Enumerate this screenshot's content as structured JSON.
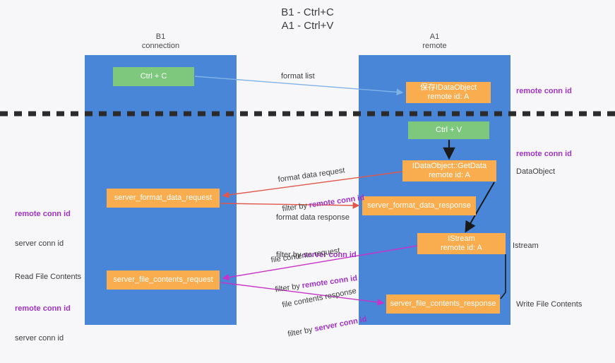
{
  "diagram": {
    "title": "B1 - Ctrl+C\nA1 - Ctrl+V",
    "lanes": [
      {
        "id": "b1",
        "heading": "B1\nconnection",
        "color": "#4a86d8"
      },
      {
        "id": "a1",
        "heading": "A1\nremote",
        "color": "#4a86d8"
      }
    ],
    "colors": {
      "lane": "#4a86d8",
      "green_node": "#7ec87e",
      "orange_node": "#f9ad4e",
      "purple_text": "#a033c8",
      "green_text": "#5fb55f",
      "blue_arrow": "#7fb2e5",
      "red_arrow": "#e2574c",
      "magenta_arrow": "#c832c8",
      "black_arrow": "#1a1a1a",
      "divider": "#2b2b2b",
      "background": "#f7f7f9"
    },
    "nodes": {
      "ctrl_c": "Ctrl + C",
      "save_idataobject": "保存IDataObject\nremote id: A",
      "ctrl_v": "Ctrl + V",
      "idataobject_getdata": "IDataObject::GetData\nremote id: A",
      "server_format_data_request": "server_format_data_request",
      "server_format_data_response": "server_format_data_response",
      "istream": "IStream\nremote id: A",
      "server_file_contents_request": "server_file_contents_request",
      "server_file_contents_response": "server_file_contents_response"
    },
    "edge_labels": {
      "format_list": "format list",
      "format_data_request": "format data request",
      "format_data_request_filter_prefix": "filter by ",
      "format_data_request_filter_key": "remote conn id",
      "format_data_response": "format data response",
      "format_data_response_filter_prefix": "filter by ",
      "format_data_response_filter_key": "server conn id",
      "file_contents_request": "file contents request",
      "file_contents_request_filter_prefix": "filter by ",
      "file_contents_request_filter_key": "remote conn id",
      "file_contents_response": "file contents response",
      "file_contents_response_filter_prefix": "filter by ",
      "file_contents_response_filter_key": "server conn id"
    },
    "annotations": {
      "right_remote_conn_id_top": "remote conn id",
      "right_remote_conn_id_mid": "remote conn id",
      "right_dataobject": "DataObject",
      "right_istream": "Istream",
      "right_write_file_contents": "Write File Contents",
      "left_remote_conn_id_mid": "remote conn id",
      "left_server_conn_id_mid": "server conn id",
      "left_read_file_contents": "Read File Contents",
      "left_remote_conn_id_bot": "remote conn id",
      "left_server_conn_id_bot": "server conn id"
    }
  }
}
